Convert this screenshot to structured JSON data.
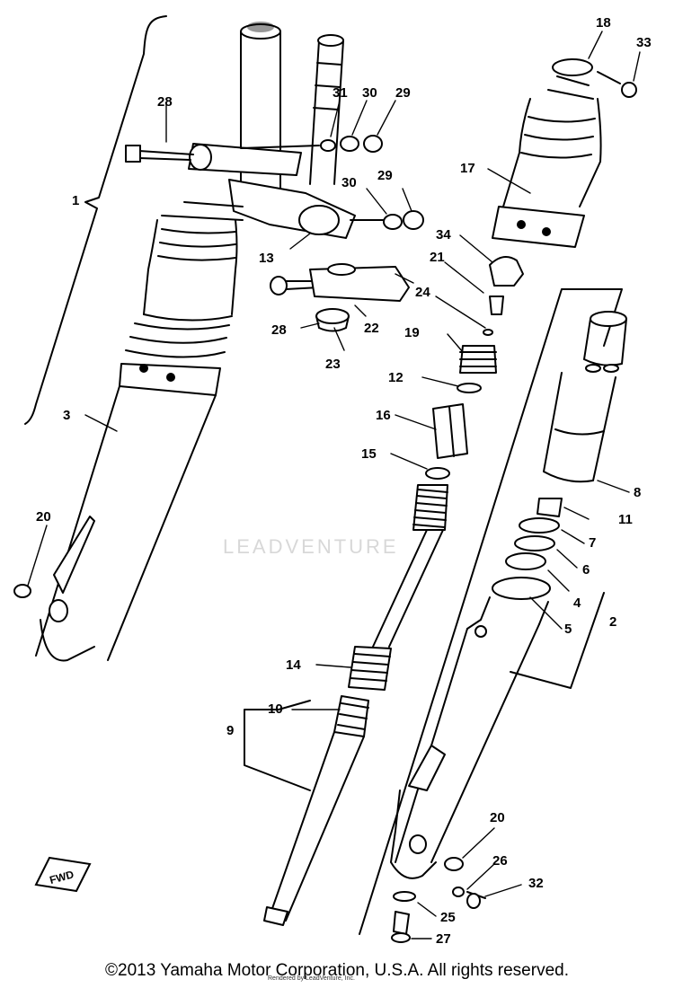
{
  "diagram": {
    "title": "",
    "labels": [
      "1",
      "2",
      "3",
      "4",
      "5",
      "6",
      "7",
      "8",
      "9",
      "10",
      "11",
      "12",
      "13",
      "14",
      "15",
      "16",
      "17",
      "18",
      "19",
      "20",
      "20",
      "21",
      "22",
      "23",
      "24",
      "25",
      "26",
      "27",
      "28",
      "28",
      "29",
      "29",
      "30",
      "30",
      "31",
      "32",
      "33",
      "34"
    ],
    "fwd_mark": "FWD",
    "watermark": "LEADVENTURE",
    "copyright": "©2013 Yamaha Motor Corporation, U.S.A. All rights reserved.",
    "render_note": "Rendered by LeadVenture, Inc."
  }
}
